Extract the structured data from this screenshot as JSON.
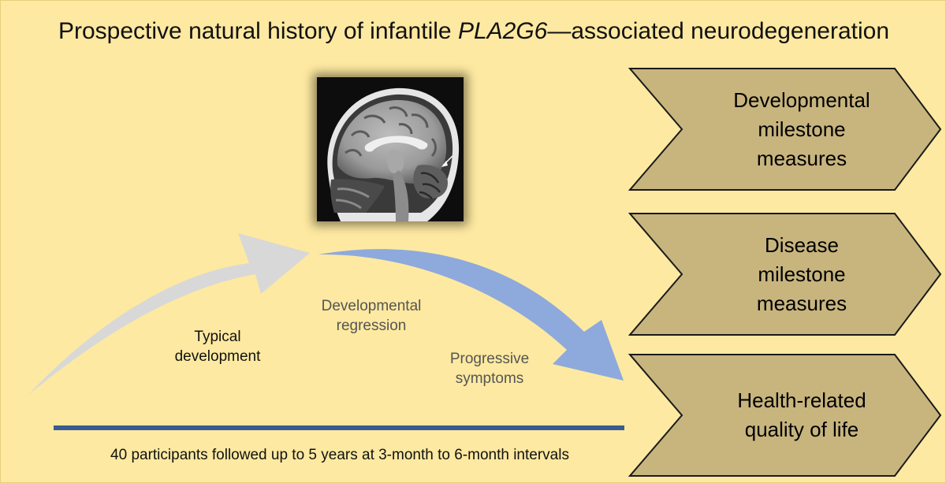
{
  "title": {
    "before": "Prospective natural history of infantile ",
    "gene": "PLA2G6",
    "after": "—associated neurodegeneration"
  },
  "labels": {
    "typical": "Typical\ndevelopment",
    "regression": "Developmental\nregression",
    "progressive": "Progressive\nsymptoms"
  },
  "timeline": {
    "text": "40 participants followed up to 5 years at 3-month to 6-month intervals"
  },
  "measures": [
    {
      "text": "Developmental\nmilestone\nmeasures"
    },
    {
      "text": "Disease\nmilestone\nmeasures"
    },
    {
      "text": "Health-related\nquality of life"
    }
  ],
  "colors": {
    "background": "#fde9a1",
    "chevron_fill": "#c8b57e",
    "chevron_border": "#1a1a1a",
    "typical_arrow": "#d8d8d8",
    "regression_arrow": "#8ea9dc",
    "timeline": "#3b5a91"
  }
}
